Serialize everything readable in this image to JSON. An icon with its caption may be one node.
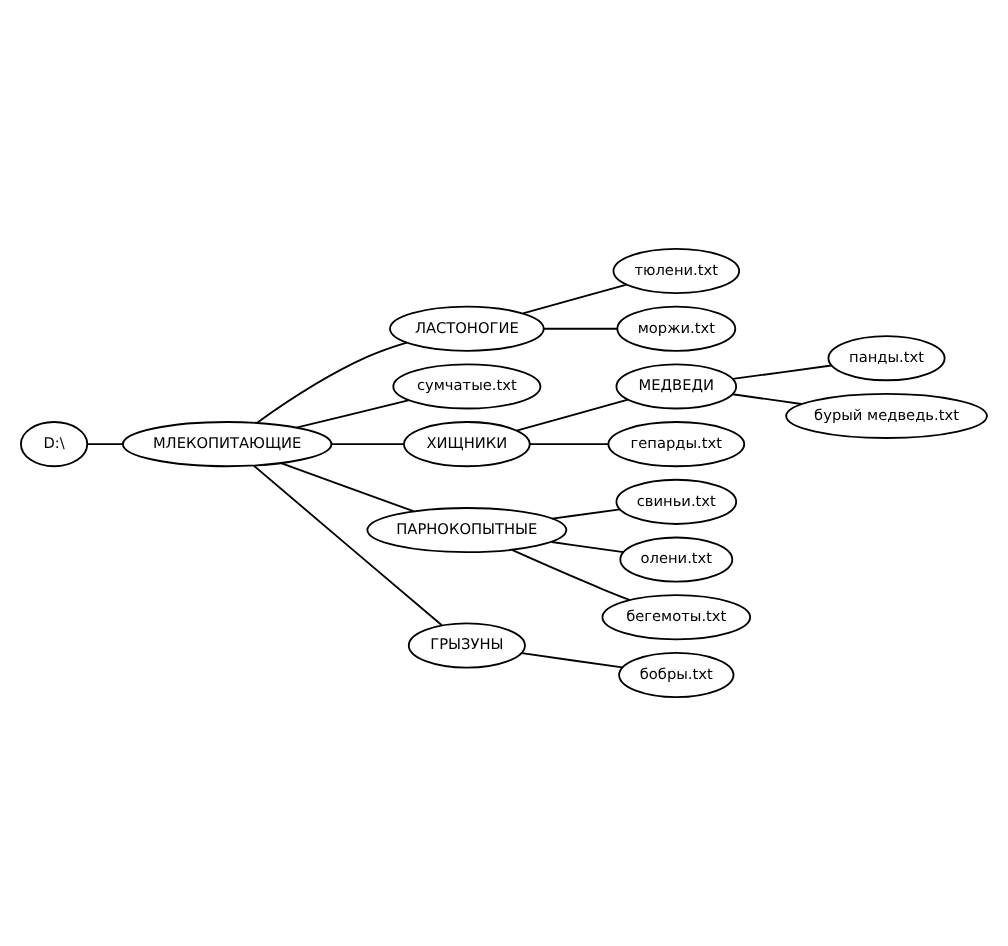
{
  "diagram": {
    "nodes": [
      {
        "text": [
          "D:\\"
        ]
      },
      {
        "text": [
          "МЛЕКОПИТАЮЩИЕ"
        ]
      },
      {
        "text": [
          "ЛАСТОНОГИЕ"
        ]
      },
      {
        "text": [
          "тюлени.txt"
        ]
      },
      {
        "text": [
          "моржи.txt"
        ]
      },
      {
        "text": [
          "сумчатые.txt"
        ]
      },
      {
        "text": [
          "ХИЩНИКИ"
        ]
      },
      {
        "text": [
          "МЕДВЕДИ"
        ]
      },
      {
        "text": [
          "панды.txt"
        ]
      },
      {
        "text": [
          "бурый медведь.txt"
        ]
      },
      {
        "text": [
          "гепарды.txt"
        ]
      },
      {
        "text": [
          "ПАРНОКОПЫТНЫЕ"
        ]
      },
      {
        "text": [
          "свиньи.txt"
        ]
      },
      {
        "text": [
          "олени.txt"
        ]
      },
      {
        "text": [
          "бегемоты.txt"
        ]
      },
      {
        "text": [
          "ГРЫЗУНЫ"
        ]
      },
      {
        "text": [
          "бобры.txt"
        ]
      }
    ],
    "edges": [
      {
        "from": 0,
        "to": 1,
        "arrow": "none"
      },
      {
        "from": 1,
        "to": 2,
        "arrow": "none"
      },
      {
        "from": 1,
        "to": 5,
        "arrow": "none"
      },
      {
        "from": 2,
        "to": 3,
        "arrow": "none"
      },
      {
        "from": 2,
        "to": 4,
        "arrow": "none"
      },
      {
        "from": 1,
        "to": 6,
        "arrow": "none"
      },
      {
        "from": 6,
        "to": 7,
        "arrow": "none"
      },
      {
        "from": 7,
        "to": 8,
        "arrow": "none"
      },
      {
        "from": 7,
        "to": 9,
        "arrow": "none"
      },
      {
        "from": 6,
        "to": 10,
        "arrow": "none"
      },
      {
        "from": 1,
        "to": 11,
        "arrow": "none"
      },
      {
        "from": 11,
        "to": 12,
        "arrow": "none"
      },
      {
        "from": 11,
        "to": 13,
        "arrow": "none"
      },
      {
        "from": 11,
        "to": 14,
        "arrow": "none"
      },
      {
        "from": 1,
        "to": 15,
        "arrow": "none"
      },
      {
        "from": 15,
        "to": 16,
        "arrow": "none"
      }
    ]
  }
}
